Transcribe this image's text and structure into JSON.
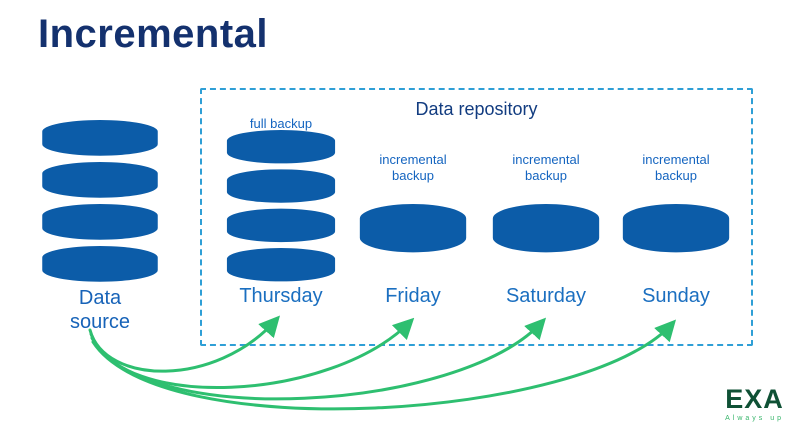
{
  "title": "Incremental",
  "repository": {
    "label": "Data repository",
    "items": [
      {
        "day": "Thursday",
        "backup_label": "full backup",
        "type": "full"
      },
      {
        "day": "Friday",
        "backup_label": "incremental backup",
        "type": "incremental"
      },
      {
        "day": "Saturday",
        "backup_label": "incremental backup",
        "type": "incremental"
      },
      {
        "day": "Sunday",
        "backup_label": "incremental backup",
        "type": "incremental"
      }
    ]
  },
  "source": {
    "label": "Data source"
  },
  "logo": {
    "name": "EXA",
    "tagline": "Always up"
  },
  "colors": {
    "title": "#14316e",
    "database": "#0c5ca8",
    "day_label": "#1b6fc0",
    "backup_label": "#1565c0",
    "repository_border": "#2f9fd6",
    "arrow": "#2ebf70",
    "logo": "#0f5135",
    "logo_tagline": "#37b56a"
  }
}
